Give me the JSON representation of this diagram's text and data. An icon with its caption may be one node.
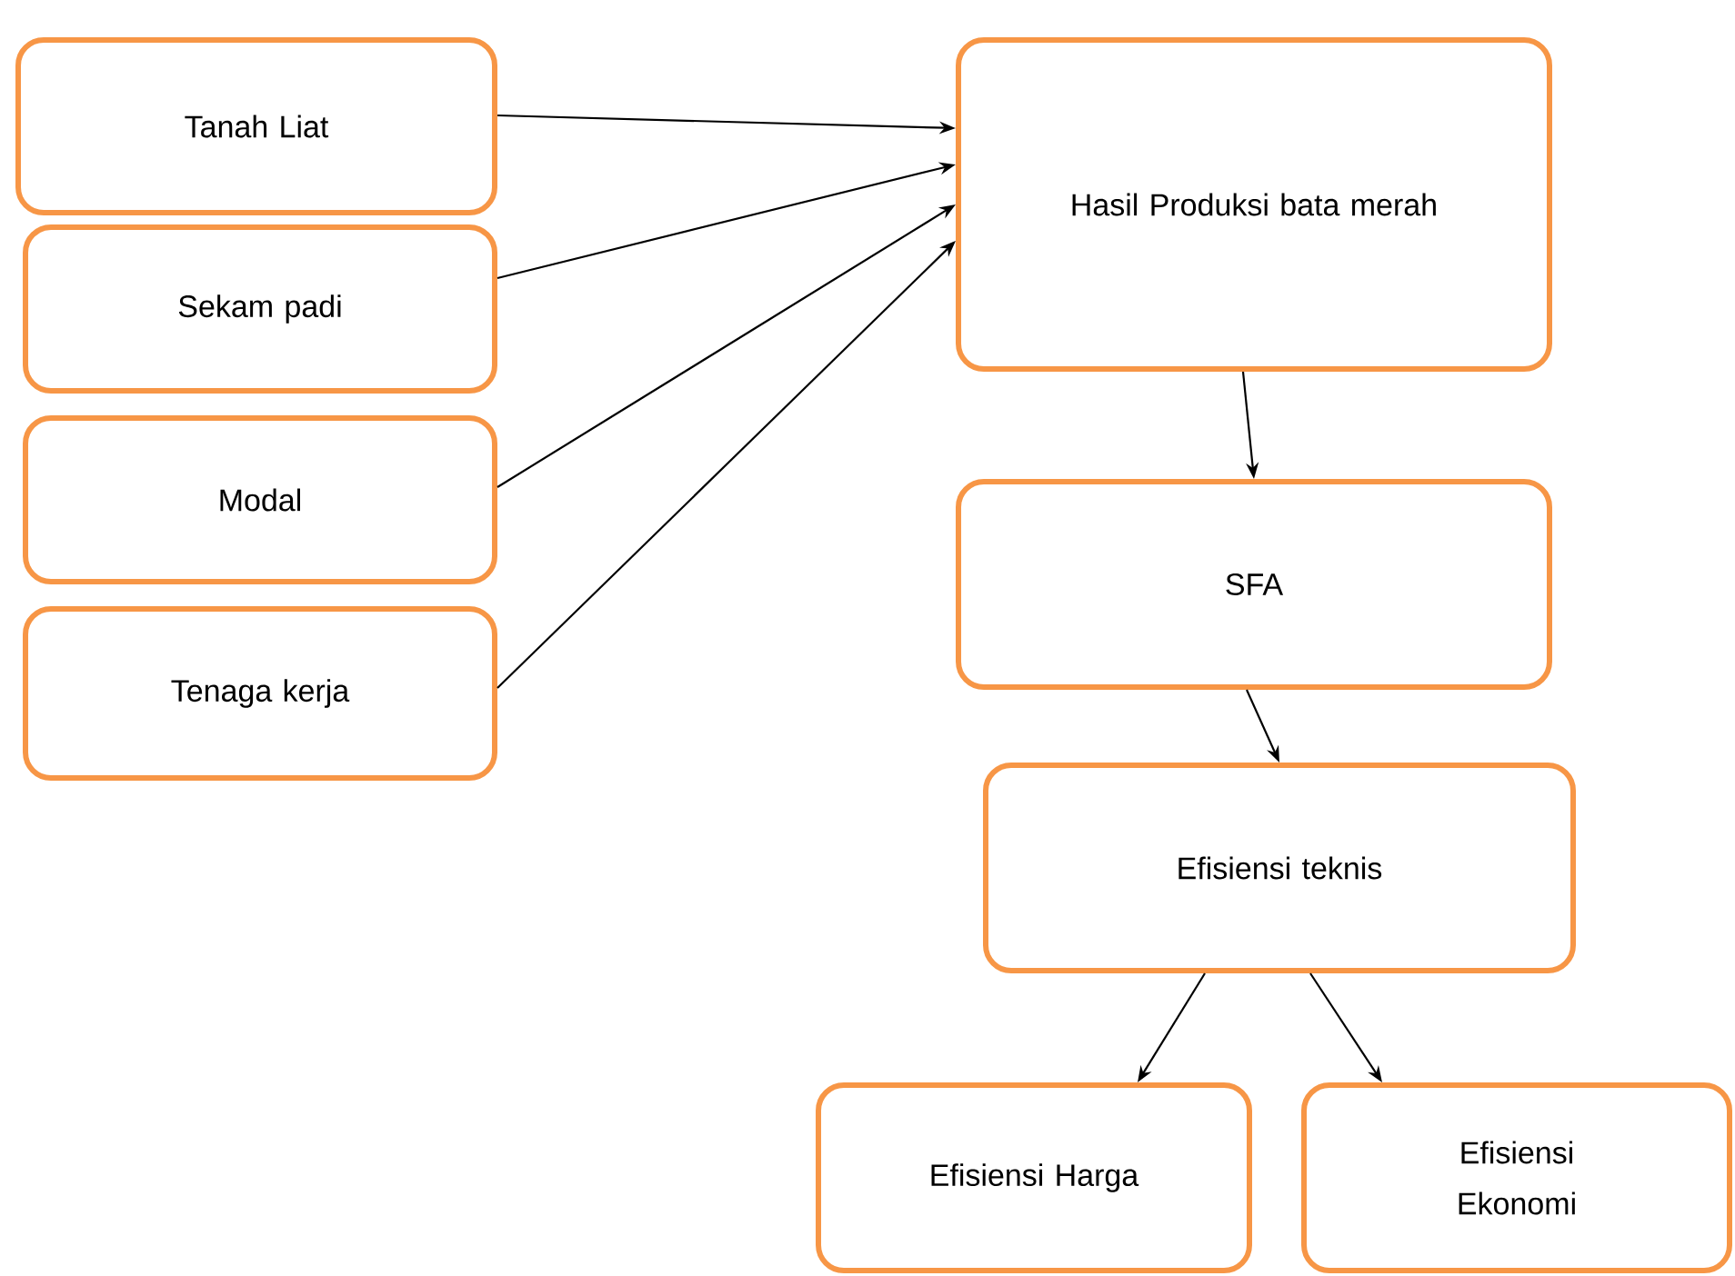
{
  "diagram": {
    "nodes": [
      {
        "text": [
          "Tanah Liat"
        ]
      },
      {
        "text": [
          "Sekam padi"
        ]
      },
      {
        "text": [
          "Modal"
        ]
      },
      {
        "text": [
          "Tenaga kerja"
        ]
      },
      {
        "text": [
          "Hasil Produksi bata merah"
        ]
      },
      {
        "text": [
          "SFA"
        ]
      },
      {
        "text": [
          "Efisiensi teknis"
        ]
      },
      {
        "text": [
          "Efisiensi Harga"
        ]
      },
      {
        "text": [
          "Efisiensi Ekonomi"
        ]
      }
    ],
    "edges": [
      {
        "from": 0,
        "to": 4,
        "arrow": "to"
      },
      {
        "from": 1,
        "to": 4,
        "arrow": "to"
      },
      {
        "from": 2,
        "to": 4,
        "arrow": "to"
      },
      {
        "from": 3,
        "to": 4,
        "arrow": "to"
      },
      {
        "from": 4,
        "to": 5,
        "arrow": "to"
      },
      {
        "from": 5,
        "to": 6,
        "arrow": "to"
      },
      {
        "from": 6,
        "to": 7,
        "arrow": "to"
      },
      {
        "from": 6,
        "to": 8,
        "arrow": "to"
      }
    ]
  }
}
